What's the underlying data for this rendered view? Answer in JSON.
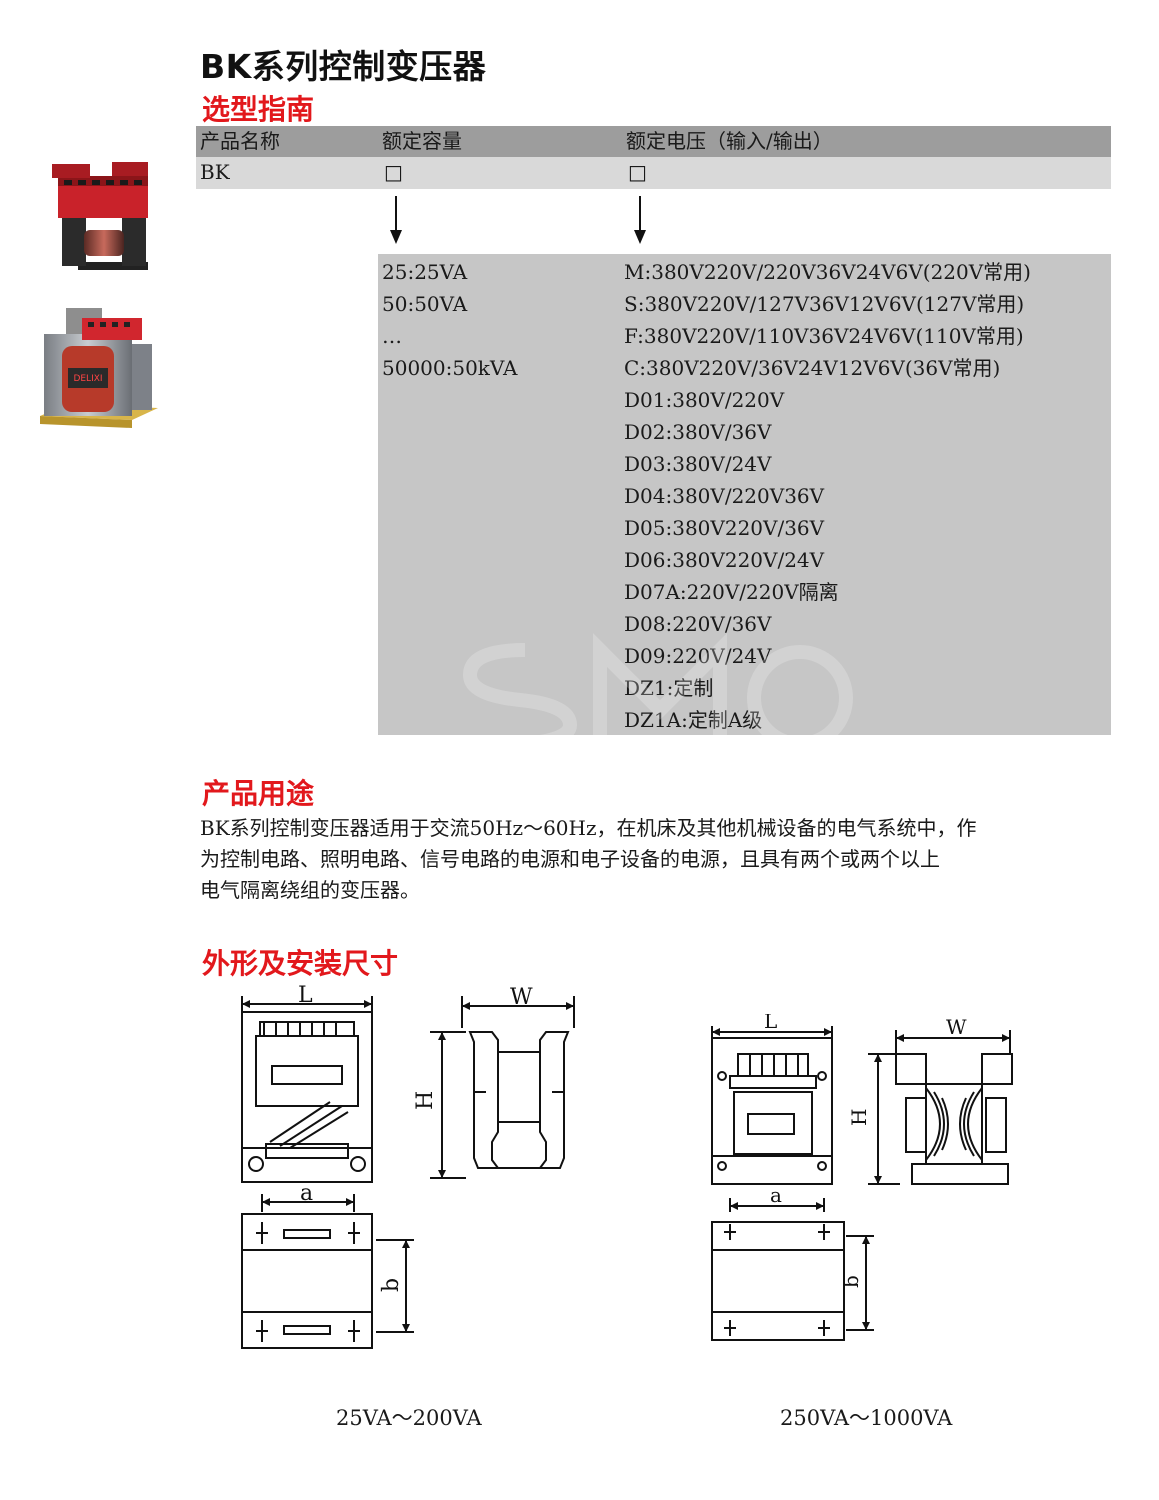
{
  "page_title": "BK系列控制变压器",
  "sections": {
    "selection": "选型指南",
    "usage": "产品用途",
    "dimensions": "外形及安装尺寸"
  },
  "selection_table": {
    "headers": [
      "产品名称",
      "额定容量",
      "额定电压（输入/输出）"
    ],
    "row": [
      "BK",
      "□",
      "□"
    ]
  },
  "capacity_options": [
    "25:25VA",
    "50:50VA",
    "…",
    "50000:50kVA"
  ],
  "voltage_options": [
    "M:380V220V/220V36V24V6V(220V常用)",
    "S:380V220V/127V36V12V6V(127V常用)",
    "F:380V220V/110V36V24V6V(110V常用)",
    "C:380V220V/36V24V12V6V(36V常用)",
    "D01:380V/220V",
    "D02:380V/36V",
    "D03:380V/24V",
    "D04:380V/220V36V",
    "D05:380V220V/36V",
    "D06:380V220V/24V",
    "D07A:220V/220V隔离",
    "D08:220V/36V",
    "D09:220V/24V",
    "DZ1:定制",
    "DZ1A:定制A级"
  ],
  "usage_text": [
    "BK系列控制变压器适用于交流50Hz～60Hz，在机床及其他机械设备的电气系统中，作",
    "为控制电路、照明电路、信号电路的电源和电子设备的电源，且具有两个或两个以上",
    "电气隔离绕组的变压器。"
  ],
  "drawings": {
    "labels": {
      "L": "L",
      "W": "W",
      "H": "H",
      "a": "a",
      "b": "b"
    },
    "captions": [
      "25VA～200VA",
      "250VA～1000VA"
    ]
  },
  "product_brand": "DELIXI",
  "colors": {
    "accent_red": "#e2181c",
    "header_gray": "#9d9d9d",
    "row_gray": "#d9d9d9",
    "panel_gray": "#c6c6c6"
  }
}
